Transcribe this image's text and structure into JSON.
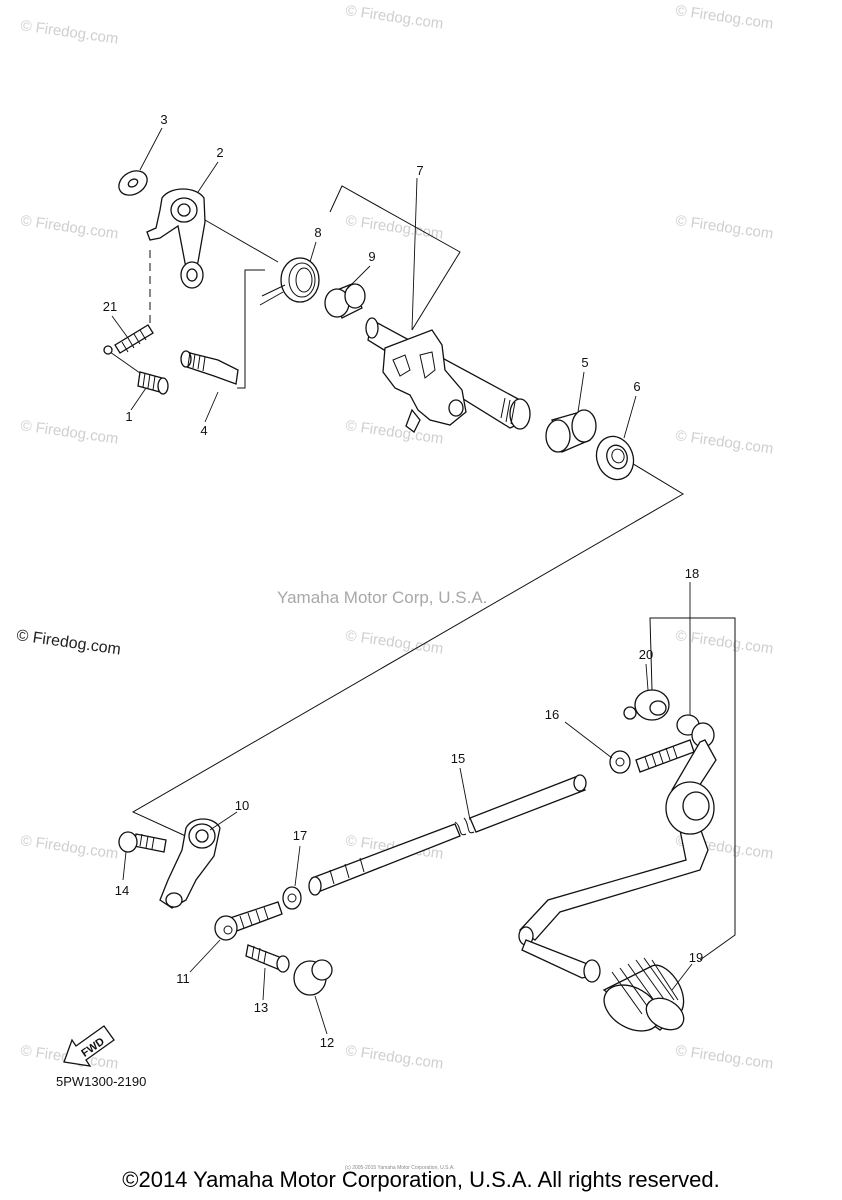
{
  "watermark": {
    "text": "© Firedog.com"
  },
  "center_watermark": "Yamaha Motor Corp, U.S.A.",
  "left_watermark": "© Firedog.com",
  "diagram_code": "5PW1300-2190",
  "fwd_label": "FWD",
  "tiny_text": "(c) 2005-2015 Yamaha Motor Corporation, U.S.A.",
  "copyright": "©2014 Yamaha Motor Corporation, U.S.A. All rights reserved.",
  "callouts": {
    "c1": "1",
    "c2": "2",
    "c3": "3",
    "c4": "4",
    "c5": "5",
    "c6": "6",
    "c7": "7",
    "c8": "8",
    "c9": "9",
    "c10": "10",
    "c11": "11",
    "c12": "12",
    "c13": "13",
    "c14": "14",
    "c15": "15",
    "c16": "16",
    "c17": "17",
    "c18": "18",
    "c19": "19",
    "c20": "20",
    "c21": "21"
  }
}
